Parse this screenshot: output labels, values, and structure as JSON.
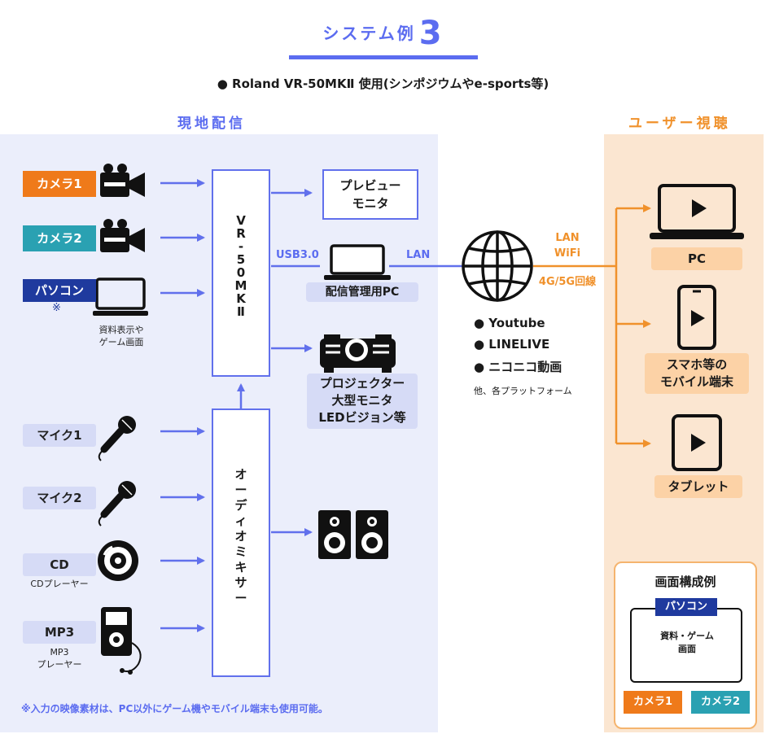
{
  "title": {
    "text": "システム例",
    "number": "3"
  },
  "subtitle": "● Roland VR-50MKⅡ 使用(シンポジウムやe-sports等)",
  "left_section": {
    "label": "現地配信"
  },
  "right_section": {
    "label": "ユーザー視聴"
  },
  "video_inputs": [
    {
      "label": "カメラ1"
    },
    {
      "label": "カメラ2"
    },
    {
      "label": "パソコン",
      "mark": "※",
      "caption": "資料表示や\nゲーム画面"
    }
  ],
  "switcher": {
    "label": "V\nR\n-\n5\n0\nM\nK\nⅡ"
  },
  "outputs": {
    "preview": "プレビュー\nモニタ",
    "usb": "USB3.0",
    "lan": "LAN",
    "pc": "配信管理用PC",
    "projector": "プロジェクター\n大型モニタ\nLEDビジョン等"
  },
  "audio_inputs": [
    {
      "label": "マイク1"
    },
    {
      "label": "マイク2"
    },
    {
      "label": "CD",
      "caption": "CDプレーヤー"
    },
    {
      "label": "MP3",
      "caption": "MP3\nプレーヤー"
    }
  ],
  "mixer": {
    "label": "オ\nー\nデ\nィ\nオ\nミ\nキ\nサ\nー"
  },
  "network": {
    "line1": "LAN",
    "line2": "WiFi",
    "line3": "4G/5G回線"
  },
  "platforms": {
    "items": [
      "● Youtube",
      "● LINELIVE",
      "● ニコニコ動画"
    ],
    "other": "他、各プラットフォーム"
  },
  "viewers": [
    {
      "label": "PC"
    },
    {
      "label": "スマホ等の\nモバイル端末"
    },
    {
      "label": "タブレット"
    }
  ],
  "layout_example": {
    "title": "画面構成例",
    "pc_label": "パソコン",
    "screen_text": "資料・ゲーム画面",
    "camera1": "カメラ1",
    "camera2": "カメラ2"
  },
  "footnote": "※入力の映像素材は、PC以外にゲーム機やモバイル端末も使用可能。",
  "colors": {
    "blue": "#5b6cf0",
    "orange": "#f0912b",
    "navy": "#1f3a9e",
    "teal": "#2aa1b2",
    "left_bg": "#ebeefb",
    "right_bg": "#fbe6d1"
  }
}
